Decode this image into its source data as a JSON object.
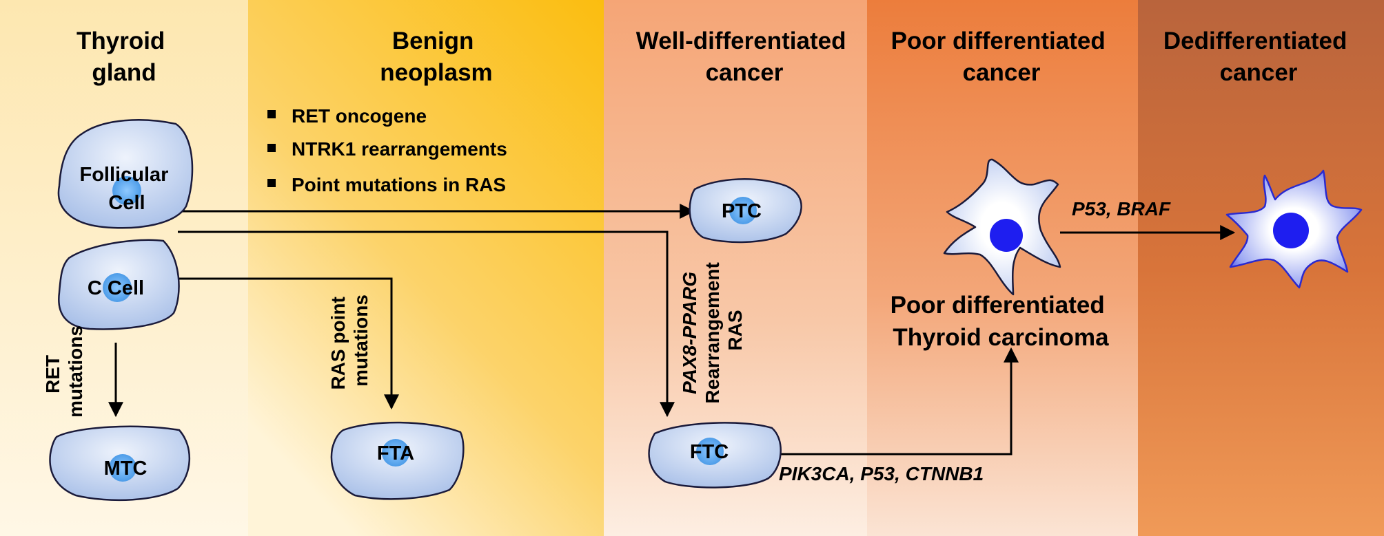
{
  "columns": [
    {
      "title_line1": "Thyroid",
      "title_line2": "gland"
    },
    {
      "title_line1": "Benign",
      "title_line2": "neoplasm"
    },
    {
      "title_line1": "Well-differentiated",
      "title_line2": "cancer"
    },
    {
      "title_line1": "Poor differentiated",
      "title_line2": "cancer"
    },
    {
      "title_line1": "Dedifferentiated",
      "title_line2": "cancer"
    }
  ],
  "benign_bullets": [
    "RET oncogene",
    "NTRK1 rearrangements",
    "Point mutations in RAS"
  ],
  "cells": {
    "follicular_line1": "Follicular",
    "follicular_line2": "Cell",
    "c_cell": "C Cell",
    "mtc": "MTC",
    "fta": "FTA",
    "ptc": "PTC",
    "ftc": "FTC"
  },
  "arrow_labels": {
    "ret_line1": "RET",
    "ret_line2": "mutations",
    "ras_line1": "RAS point",
    "ras_line2": "mutations",
    "pax8_line1": "PAX8-PPARG",
    "pax8_line2": "Rearrangement",
    "pax8_line3": "RAS",
    "pik3ca": "PIK3CA, P53, CTNNB1",
    "p53_braf": "P53, BRAF"
  },
  "poor_carcinoma": {
    "line1": "Poor differentiated",
    "line2": "Thyroid carcinoma"
  },
  "colors": {
    "col1": "#fde9b8",
    "col2": "#fcc21a",
    "col3": "#f4a274",
    "col4": "#ee8242",
    "col5": "#c4663a",
    "cell_fill": "#d6e3f7",
    "cell_stroke": "#1a1a3a",
    "nucleus": "#5aa9ee",
    "dark_nucleus": "#1a1ae6"
  }
}
